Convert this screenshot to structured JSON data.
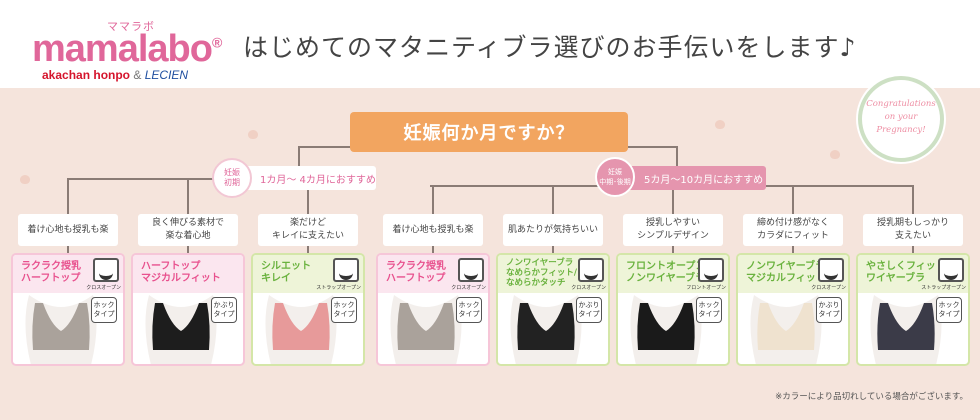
{
  "logo": {
    "kana": "ママラボ",
    "main": "mamalabo",
    "reg": "®",
    "sub": "akachan honpo",
    "amp": "&",
    "partner": "LECIEN"
  },
  "headline": "はじめてのマタニティブラ選びのお手伝いをします♪",
  "badge": "Congratulations\non your\nPregnancy!",
  "question": "妊娠何か月ですか？",
  "early": {
    "circle": "妊娠\n初期",
    "range": "1カ月～ 4カ月におすすめ"
  },
  "late": {
    "circle": "妊娠\n中期･後期",
    "range": "5カ月～10カ月におすすめ"
  },
  "colors": {
    "pink": "#e8518e",
    "green": "#6ab23e",
    "orange": "#f2a560",
    "bg": "#f5e4dc"
  },
  "items": [
    {
      "need": "着け心地も授乳も楽",
      "name": "ラクラク授乳\nハーフトップ",
      "theme": "pink",
      "open": "クロスオープン",
      "type": "ホック\nタイプ",
      "bra": "#aaa29b"
    },
    {
      "need": "良く伸びる素材で\n楽な着心地",
      "name": "ハーフトップ\nマジカルフィット",
      "theme": "pink",
      "open": "",
      "type": "かぶり\nタイプ",
      "bra": "#1d1d1d"
    },
    {
      "need": "楽だけど\nキレイに支えたい",
      "name": "シルエット\nキレイ",
      "theme": "green",
      "open": "ストラップオープン",
      "type": "ホック\nタイプ",
      "bra": "#e79a9a"
    },
    {
      "need": "着け心地も授乳も楽",
      "name": "ラクラク授乳\nハーフトップ",
      "theme": "pink",
      "open": "クロスオープン",
      "type": "ホック\nタイプ",
      "bra": "#aaa29b"
    },
    {
      "need": "肌あたりが気持ちいい",
      "name": "ノンワイヤーブラ\nなめらかフィット/\nなめらかタッチ",
      "theme": "green",
      "open": "クロスオープン",
      "type": "かぶり\nタイプ",
      "bra": "#222"
    },
    {
      "need": "授乳しやすい\nシンプルデザイン",
      "name": "フロントオープン\nノンワイヤーブラ",
      "theme": "green",
      "open": "フロントオープン",
      "type": "ホック\nタイプ",
      "bra": "#1a1a1a"
    },
    {
      "need": "締め付け感がなく\nカラダにフィット",
      "name": "ノンワイヤーブラ\nマジカルフィット",
      "theme": "green",
      "open": "クロスオープン",
      "type": "かぶり\nタイプ",
      "bra": "#efe2cf"
    },
    {
      "need": "授乳期もしっかり\n支えたい",
      "name": "やさしくフィット\nワイヤーブラ",
      "theme": "green",
      "open": "ストラップオープン",
      "type": "ホック\nタイプ",
      "bra": "#3b3b48"
    }
  ],
  "note": "※カラーにより品切れしている場合がございます。"
}
